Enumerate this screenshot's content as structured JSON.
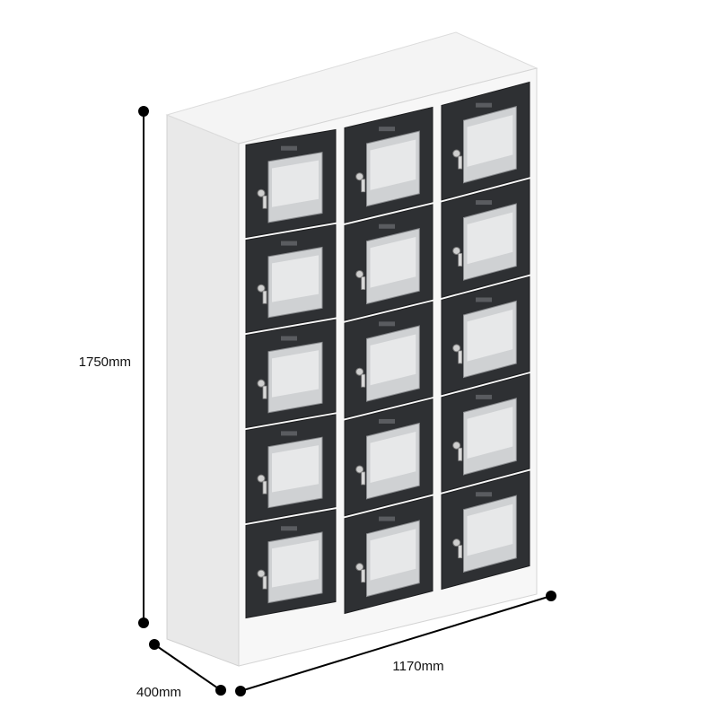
{
  "dimensions": {
    "height": "1750mm",
    "width": "1170mm",
    "depth": "400mm"
  },
  "locker": {
    "columns": 3,
    "rows": 5,
    "door_color": "#2e3033",
    "body_color": "#f2f2f2",
    "side_color": "#e4e4e4",
    "glass_color": "#cfd1d3"
  },
  "colors": {
    "dimension_line": "#000000"
  }
}
